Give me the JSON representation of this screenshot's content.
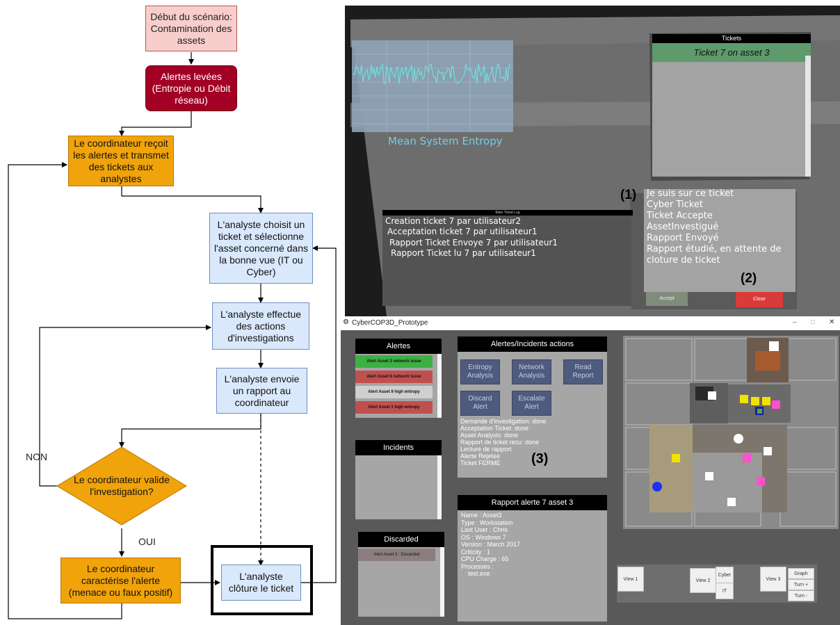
{
  "flowchart": {
    "start": "Début du scénario: Contamination des assets",
    "alerts": "Alertes levées (Entropie ou Débit réseau)",
    "coord_receive": "Le coordinateur reçoit les alertes et transmet des tickets aux analystes",
    "analyst_choose": "L'analyste choisit un ticket et sélectionne l'asset concerné dans la bonne vue (IT ou Cyber)",
    "analyst_investigate": "L'analyste effectue des actions d'investigations",
    "analyst_report": "L'analyste envoie un rapport au coordinateur",
    "decision": "Le coordinateur valide l'investigation?",
    "coord_characterize": "Le coordinateur caractérise l'alerte (menace ou faux positif)",
    "analyst_close": "L'analyste clôture le ticket",
    "label_non": "NON",
    "label_oui": "OUI"
  },
  "vr_view": {
    "entropy_label": "Mean System Entropy",
    "tickets_header": "Tickets",
    "ticket_item": "Ticket 7 on asset 3",
    "log_header": "Main Ticket Log",
    "log_lines": [
      "Creation ticket 7 par utilisateur2",
      "Acceptation ticket 7 par utilisateur1",
      "Rapport Ticket Envoye 7 par utilisateur1",
      "Rapport Ticket lu 7 par utilisateur1"
    ],
    "status_lines": [
      "Je suis sur ce ticket",
      "Cyber Ticket",
      "Ticket Accepte",
      "AssetInvestigué",
      "Rapport Envoyé",
      "Rapport étudié, en attente de",
      "cloture de ticket"
    ],
    "accept_label": "Accept",
    "close_label": "Close",
    "marker_1": "(1)",
    "marker_2": "(2)",
    "accept_color": "#7f8c7c",
    "close_color": "#d93a3a"
  },
  "app": {
    "window_title": "CyberCOP3D_Prototype",
    "window_controls": [
      "–",
      "□",
      "✕"
    ],
    "alerts_header": "Alertes",
    "alerts": [
      {
        "label": "Alert Asset 3 network issue",
        "color": "#3cb043"
      },
      {
        "label": "Alert Asset 6 network issue",
        "color": "#c0504d"
      },
      {
        "label": "Alert Asset 9 high entropy",
        "color": "#cfcfcf"
      },
      {
        "label": "Alert Asset 1 high entropy",
        "color": "#c0504d"
      }
    ],
    "incidents_header": "Incidents",
    "discarded_header": "Discarded",
    "discarded_item": "Alert Asset 3 : Discarded",
    "actions_header": "Alertes/Incidents actions",
    "action_buttons": [
      "Entropy Analysis",
      "Network Analysis",
      "Read Report",
      "Discard Alert",
      "Escalate Alert"
    ],
    "action_log": [
      "Demande d'investigation: done",
      "Acceptation Ticket: done",
      "Asset Analysis: done",
      "Rapport de ticket recu: done",
      "Lecture de rapport",
      "Alerte Rejetee",
      "Ticket FERME"
    ],
    "marker_3": "(3)",
    "report_header": "Rapport alerte 7 asset 3",
    "report_lines": [
      "Name : Asset3",
      "Type : Workstation",
      "Last User : Chris",
      "OS : Windows 7",
      "Version : March 2017",
      "Criticity : 1",
      "CPU Charge : 65",
      "Processes :",
      "    test.exe"
    ],
    "view_buttons": {
      "view1": "View 1",
      "view2": "View 2",
      "cyber": "Cyber",
      "it": "IT",
      "view3": "View 3",
      "graph": "Graph",
      "turn_plus": "Turn +",
      "turn_minus": "Turn -"
    }
  }
}
